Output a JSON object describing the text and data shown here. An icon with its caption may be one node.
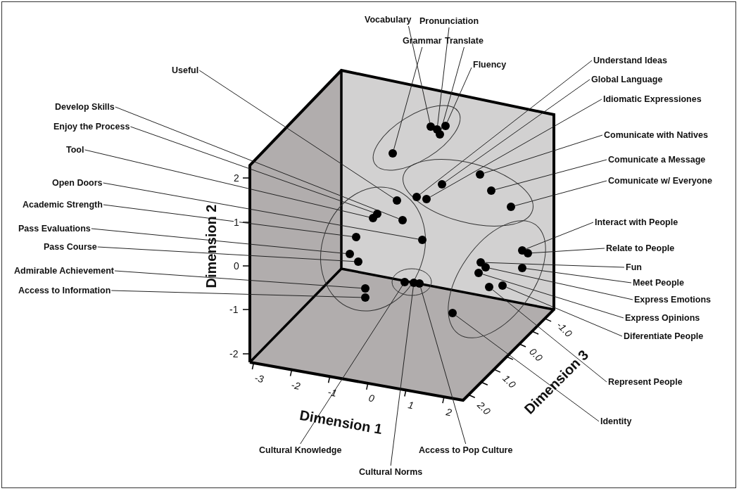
{
  "diagram": {
    "nodes": [
      {
        "text": [],
        "shape": "ellipse"
      },
      {
        "text": [],
        "shape": "circle",
        "in": 0
      },
      {
        "text": [],
        "shape": "circle",
        "in": 0
      },
      {
        "text": [],
        "shape": "circle",
        "in": 0
      },
      {
        "text": [],
        "shape": "circle",
        "in": 0
      },
      {
        "text": [],
        "shape": "circle",
        "in": 0
      },
      {
        "text": [],
        "shape": "ellipse"
      },
      {
        "text": [],
        "shape": "circle",
        "in": 6
      },
      {
        "text": [],
        "shape": "circle",
        "in": 6
      },
      {
        "text": [],
        "shape": "circle",
        "in": 6
      },
      {
        "text": [],
        "shape": "circle",
        "in": 6
      },
      {
        "text": [],
        "shape": "circle",
        "in": 6
      },
      {
        "text": [],
        "shape": "circle",
        "in": 6
      },
      {
        "text": [],
        "shape": "ellipse"
      },
      {
        "text": [],
        "shape": "circle",
        "in": 13
      },
      {
        "text": [],
        "shape": "circle",
        "in": 13
      },
      {
        "text": [],
        "shape": "circle",
        "in": 13
      },
      {
        "text": [],
        "shape": "circle",
        "in": 13
      },
      {
        "text": [],
        "shape": "circle",
        "in": 13
      },
      {
        "text": [],
        "shape": "circle",
        "in": 13
      },
      {
        "text": [],
        "shape": "circle",
        "in": 13
      },
      {
        "text": [],
        "shape": "circle",
        "in": 13
      },
      {
        "text": [],
        "shape": "circle",
        "in": 13
      },
      {
        "text": [],
        "shape": "circle",
        "in": 13
      },
      {
        "text": [],
        "shape": "ellipse"
      },
      {
        "text": [],
        "shape": "circle",
        "in": 24
      },
      {
        "text": [],
        "shape": "circle",
        "in": 24
      },
      {
        "text": [],
        "shape": "circle",
        "in": 24
      },
      {
        "text": [],
        "shape": "ellipse"
      },
      {
        "text": [],
        "shape": "circle",
        "in": 28
      },
      {
        "text": [],
        "shape": "circle",
        "in": 28
      },
      {
        "text": [],
        "shape": "circle",
        "in": 28
      },
      {
        "text": [],
        "shape": "circle",
        "in": 28
      },
      {
        "text": [],
        "shape": "circle",
        "in": 28
      },
      {
        "text": [],
        "shape": "circle",
        "in": 28
      },
      {
        "text": [],
        "shape": "circle",
        "in": 28
      },
      {
        "text": [],
        "shape": "circle",
        "in": 28
      },
      {
        "text": [],
        "shape": "circle",
        "in": 28
      },
      {
        "text": [
          "Grammar"
        ]
      },
      {
        "text": [
          "Vocabulary"
        ]
      },
      {
        "text": [
          "Pronunciation"
        ]
      },
      {
        "text": [
          "Translate"
        ]
      },
      {
        "text": [
          "Fluency"
        ]
      },
      {
        "text": [
          "Understand Ideas"
        ]
      },
      {
        "text": [
          "Global Language"
        ]
      },
      {
        "text": [
          "Idiomatic Expressiones"
        ]
      },
      {
        "text": [
          "Comunicate with Natives"
        ]
      },
      {
        "text": [
          "Comunicate a Message"
        ]
      },
      {
        "text": [
          "Comunicate w/ Everyone"
        ]
      },
      {
        "text": [
          "Useful"
        ]
      },
      {
        "text": [
          "Develop Skills"
        ]
      },
      {
        "text": [
          "Enjoy the Process"
        ]
      },
      {
        "text": [
          "Tool"
        ]
      },
      {
        "text": [
          "Open Doors"
        ]
      },
      {
        "text": [
          "Academic Strength"
        ]
      },
      {
        "text": [
          "Pass Evaluations"
        ]
      },
      {
        "text": [
          "Pass Course"
        ]
      },
      {
        "text": [
          "Admirable Achievement"
        ]
      },
      {
        "text": [
          "Access to Information"
        ]
      },
      {
        "text": [
          "Cultural Knowledge"
        ]
      },
      {
        "text": [
          "Cultural Norms"
        ]
      },
      {
        "text": [
          "Access to Pop Culture"
        ]
      },
      {
        "text": [
          "Interact with People"
        ]
      },
      {
        "text": [
          "Relate to People"
        ]
      },
      {
        "text": [
          "Fun"
        ]
      },
      {
        "text": [
          "Meet People"
        ]
      },
      {
        "text": [
          "Express Emotions"
        ]
      },
      {
        "text": [
          "Express Opinions"
        ]
      },
      {
        "text": [
          "Diferentiate People"
        ]
      },
      {
        "text": [
          "Represent People"
        ]
      },
      {
        "text": [
          "Identity"
        ]
      }
    ],
    "edges": [
      {
        "from": 38,
        "to": 1,
        "arrow": "none"
      },
      {
        "from": 39,
        "to": 2,
        "arrow": "none"
      },
      {
        "from": 40,
        "to": 3,
        "arrow": "none"
      },
      {
        "from": 41,
        "to": 4,
        "arrow": "none"
      },
      {
        "from": 42,
        "to": 5,
        "arrow": "none"
      },
      {
        "from": 43,
        "to": 7,
        "arrow": "none"
      },
      {
        "from": 44,
        "to": 8,
        "arrow": "none"
      },
      {
        "from": 45,
        "to": 9,
        "arrow": "none"
      },
      {
        "from": 46,
        "to": 10,
        "arrow": "none"
      },
      {
        "from": 47,
        "to": 11,
        "arrow": "none"
      },
      {
        "from": 48,
        "to": 12,
        "arrow": "none"
      },
      {
        "from": 49,
        "to": 14,
        "arrow": "none"
      },
      {
        "from": 50,
        "to": 15,
        "arrow": "none"
      },
      {
        "from": 51,
        "to": 16,
        "arrow": "none"
      },
      {
        "from": 52,
        "to": 17,
        "arrow": "none"
      },
      {
        "from": 53,
        "to": 18,
        "arrow": "none"
      },
      {
        "from": 54,
        "to": 19,
        "arrow": "none"
      },
      {
        "from": 55,
        "to": 20,
        "arrow": "none"
      },
      {
        "from": 56,
        "to": 21,
        "arrow": "none"
      },
      {
        "from": 57,
        "to": 22,
        "arrow": "none"
      },
      {
        "from": 58,
        "to": 23,
        "arrow": "none"
      },
      {
        "from": 59,
        "to": 25,
        "arrow": "none"
      },
      {
        "from": 60,
        "to": 26,
        "arrow": "none"
      },
      {
        "from": 61,
        "to": 27,
        "arrow": "none"
      },
      {
        "from": 62,
        "to": 29,
        "arrow": "none"
      },
      {
        "from": 63,
        "to": 30,
        "arrow": "none"
      },
      {
        "from": 64,
        "to": 31,
        "arrow": "none"
      },
      {
        "from": 65,
        "to": 32,
        "arrow": "none"
      },
      {
        "from": 66,
        "to": 33,
        "arrow": "none"
      },
      {
        "from": 67,
        "to": 34,
        "arrow": "none"
      },
      {
        "from": 68,
        "to": 35,
        "arrow": "none"
      },
      {
        "from": 69,
        "to": 36,
        "arrow": "none"
      },
      {
        "from": 70,
        "to": 37,
        "arrow": "none"
      }
    ],
    "labels": [
      "2",
      "1",
      "0",
      "-1",
      "-2",
      "Dimension 2",
      "-3",
      "-2",
      "-1",
      "0",
      "1",
      "2",
      "Dimension 1",
      "-1.0",
      "0.0",
      "1.0",
      "2.0",
      "Dimension 3"
    ]
  }
}
